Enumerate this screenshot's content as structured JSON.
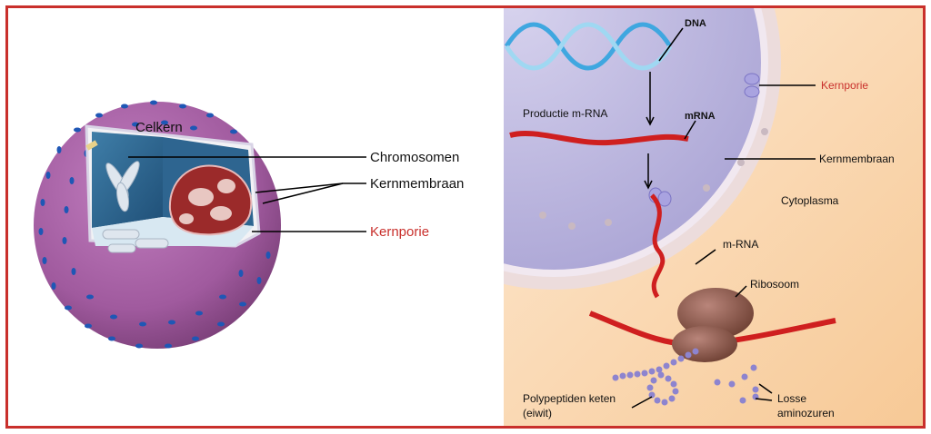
{
  "left_panel": {
    "nucleus_label": "Celkern",
    "chromosomes_label": "Chromosomen",
    "membrane_label": "Kernmembraan",
    "pore_label": "Kernporie"
  },
  "right_panel": {
    "dna_label": "DNA",
    "production_label": "Productie m-RNA",
    "mrna_label": "mRNA",
    "pore_label": "Kernporie",
    "membrane_label": "Kernmembraan",
    "cytoplasm_label": "Cytoplasma",
    "m_rna_label": "m-RNA",
    "ribosome_label": "Ribosoom",
    "polypeptide_label_line1": "Polypeptiden keten",
    "polypeptide_label_line2": "(eiwit)",
    "amino_label_line1": "Losse",
    "amino_label_line2": "aminozuren"
  },
  "colors": {
    "frame": "#c9302c",
    "highlight_label": "#c9302c",
    "cell": "#a05a9e",
    "pore": "#1f57b5",
    "cytoplasm": "#f9d9b6",
    "nucleus": "#c9c4e2",
    "mrna": "#cf1f1f",
    "ribosome": "#8b5a4a",
    "amino": "#8d84cf"
  }
}
